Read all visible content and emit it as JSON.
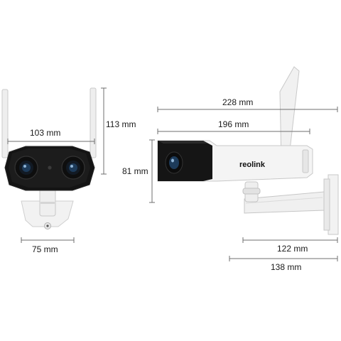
{
  "dimensions": {
    "front_width": "103 mm",
    "front_height": "113 mm",
    "front_base_width": "75 mm",
    "side_total_length": "228 mm",
    "side_body_length": "196 mm",
    "side_height": "81 mm",
    "mount_depth": "122 mm",
    "mount_total_depth": "138 mm"
  },
  "brand": {
    "logo_text": "reolink"
  }
}
